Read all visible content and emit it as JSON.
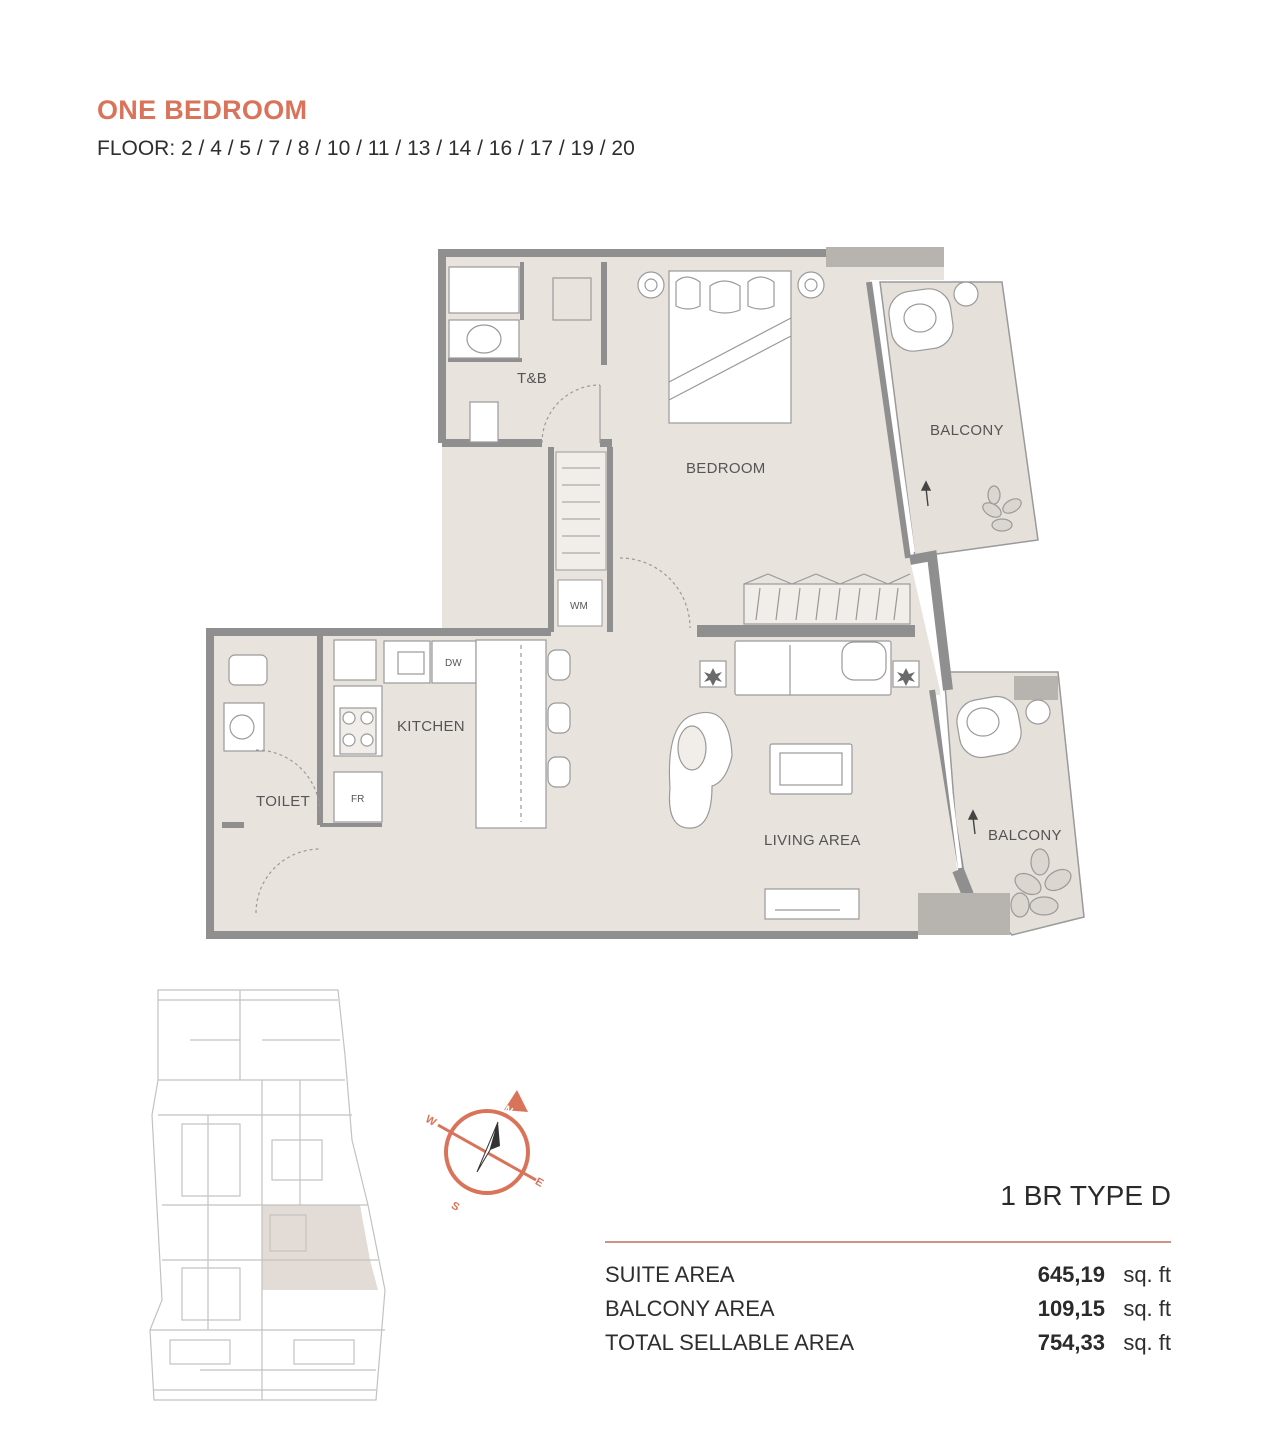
{
  "header": {
    "title": "ONE BEDROOM",
    "floors": "FLOOR: 2 / 4 / 5 / 7 / 8 / 10 / 11 / 13 / 14 / 16 / 17 / 19 / 20"
  },
  "plan": {
    "rooms": {
      "tb": "T&B",
      "bedroom": "BEDROOM",
      "balcony_top": "BALCONY",
      "kitchen": "KITCHEN",
      "toilet": "TOILET",
      "living": "LIVING AREA",
      "balcony_bottom": "BALCONY"
    },
    "appliances": {
      "wm": "WM",
      "dw": "DW",
      "fr": "FR"
    }
  },
  "compass": {
    "n": "N",
    "e": "E",
    "s": "S",
    "w": "W"
  },
  "summary": {
    "unit_type": "1 BR TYPE D",
    "rows": [
      {
        "label": "SUITE AREA",
        "value": "645,19",
        "unit": "sq. ft"
      },
      {
        "label": "BALCONY AREA",
        "value": "109,15",
        "unit": "sq. ft"
      },
      {
        "label": "TOTAL SELLABLE AREA",
        "value": "754,33",
        "unit": "sq. ft"
      }
    ]
  },
  "colors": {
    "accent": "#d9735a",
    "floor": "#e9e3de",
    "wall": "#8f8f8f",
    "highlight": "#dcd4cd"
  }
}
